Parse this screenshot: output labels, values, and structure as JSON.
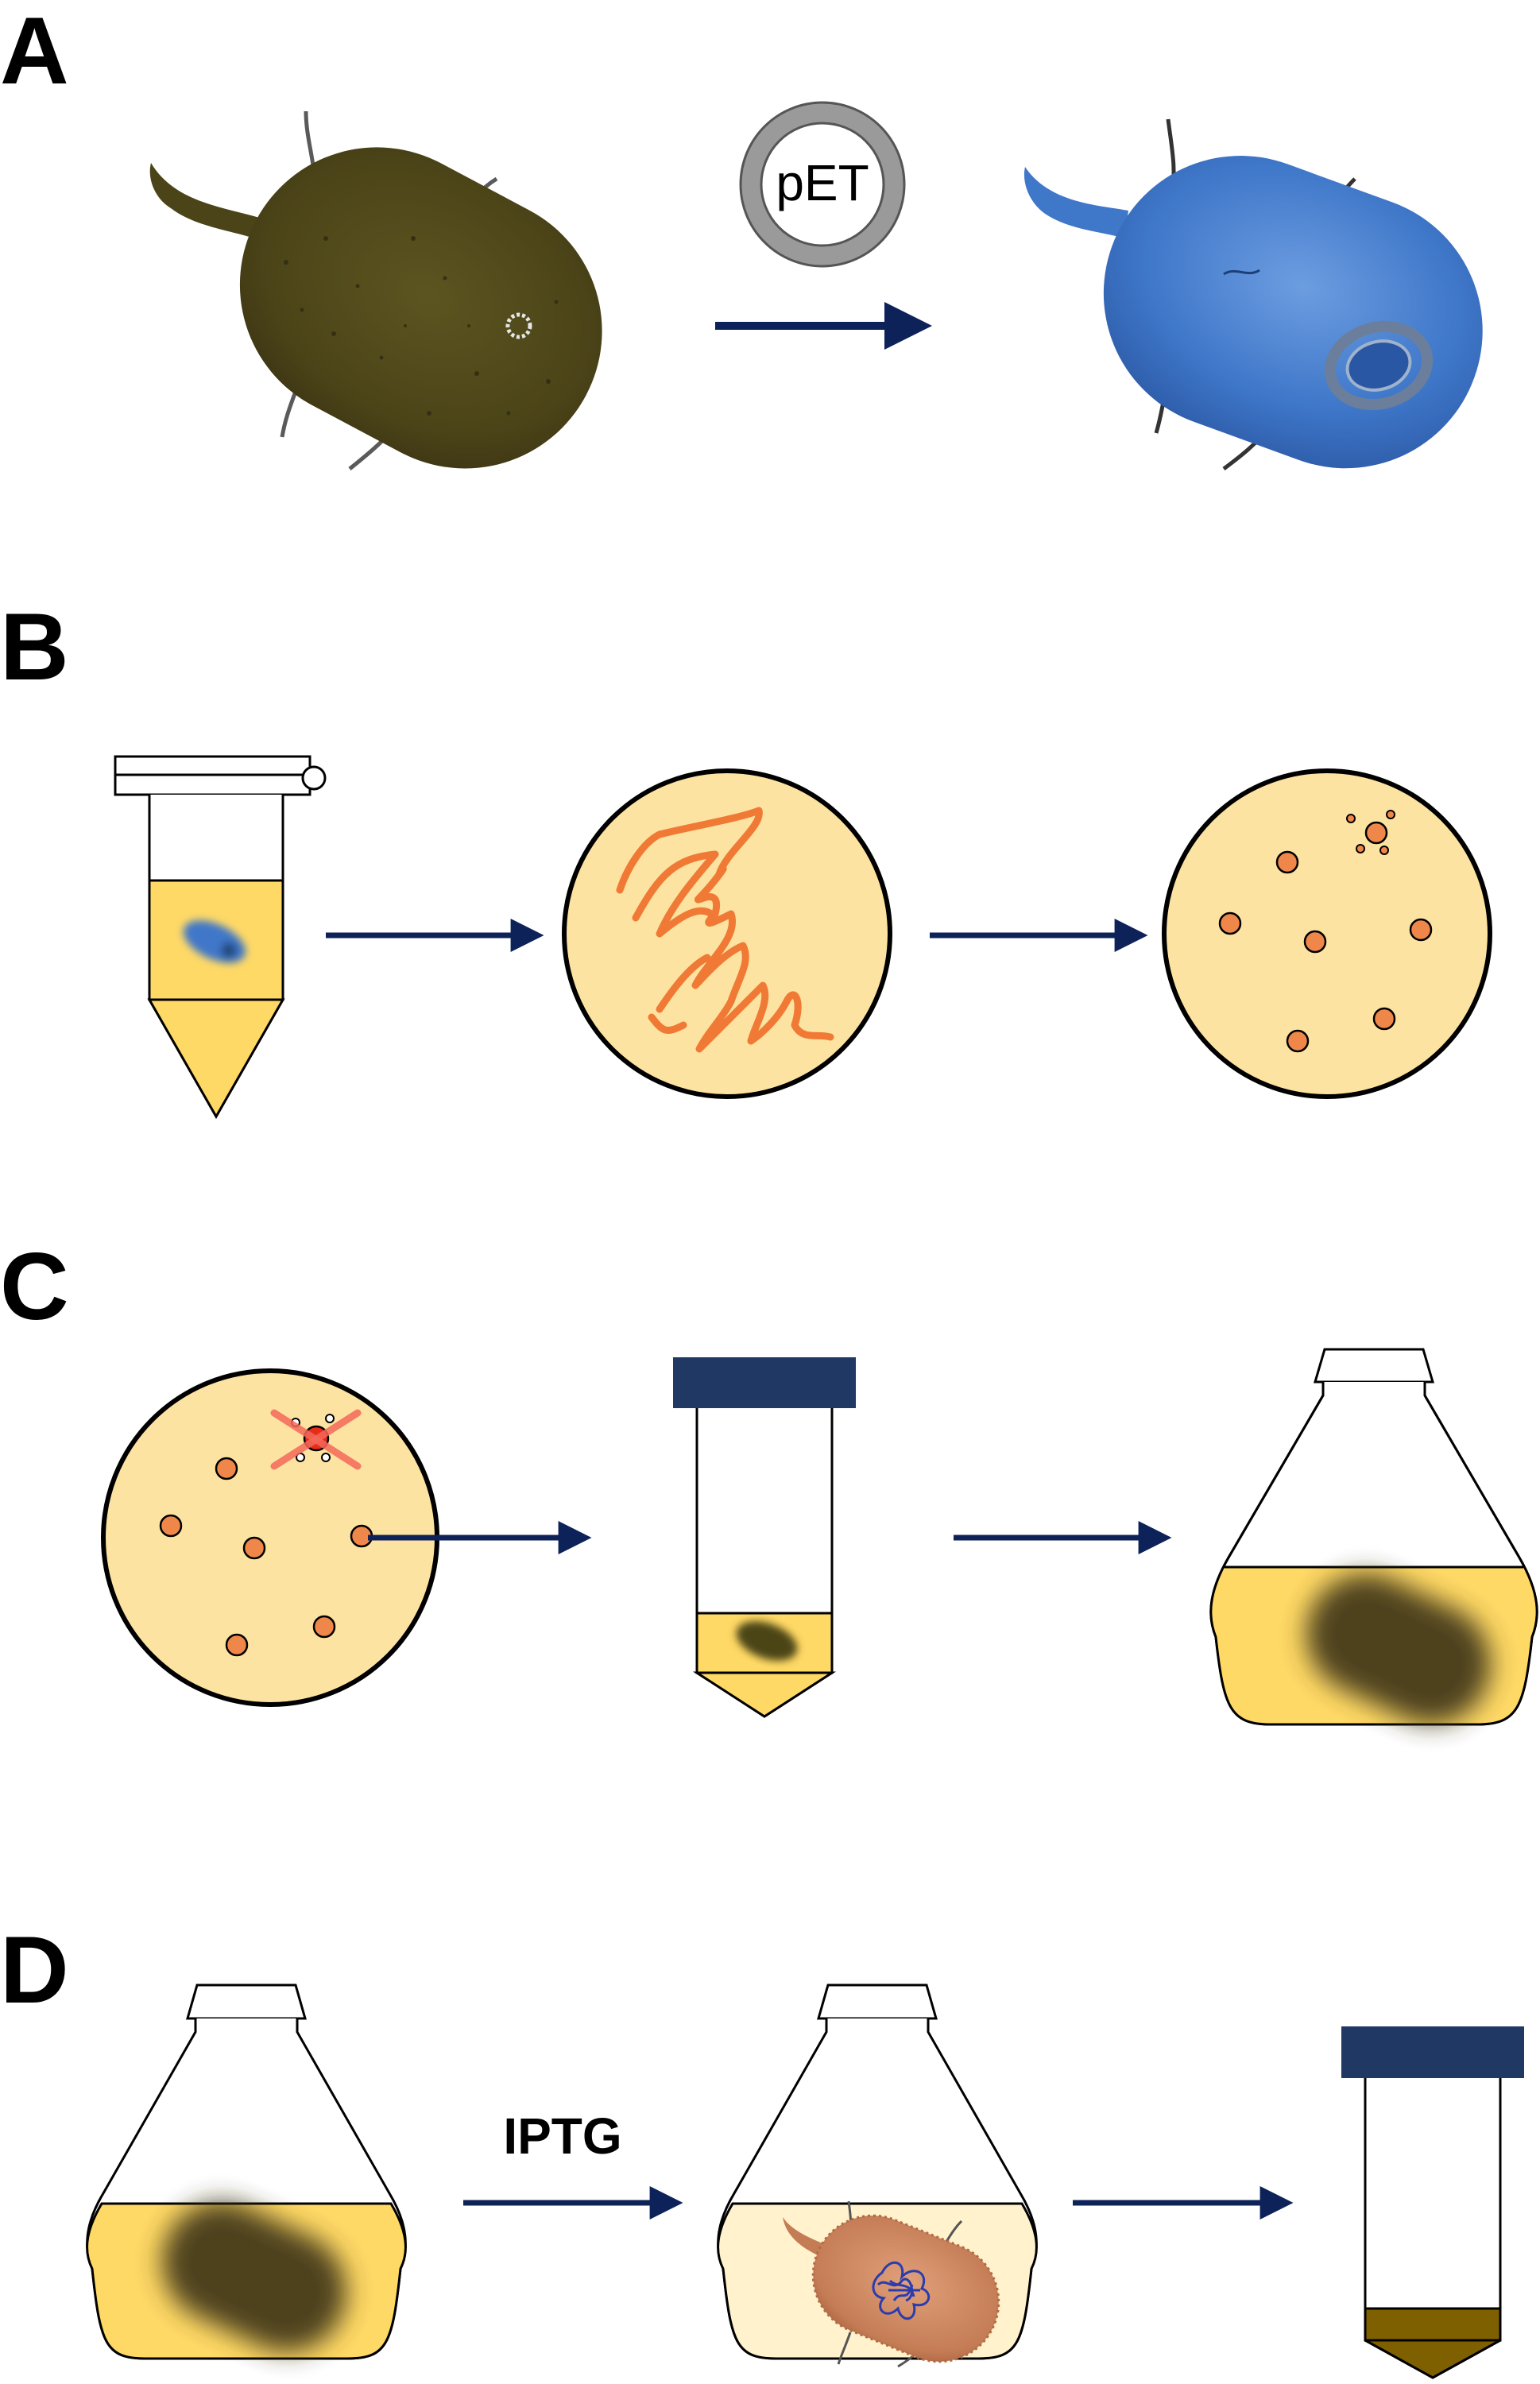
{
  "panels": [
    {
      "letter": "A"
    },
    {
      "letter": "B"
    },
    {
      "letter": "C"
    },
    {
      "letter": "D"
    }
  ],
  "plasmid": {
    "label": "pET"
  },
  "inducer": {
    "label": "IPTG"
  },
  "colors": {
    "arrow": "#0d2259",
    "agar": "#fde3a1",
    "culture": "#ffd966",
    "culture_light": "#fff2cc",
    "colony": "#f0874a",
    "streak": "#f07a35",
    "cap": "#1f3864",
    "pellet": "#7f6000",
    "wild_cell": "#4b4418",
    "transformed_cell": "#3f77c9",
    "expressing_cell": "#d08a62",
    "protein": "#2b3cae",
    "rejected_mark": "#f4695a"
  },
  "icons": [
    "wild-type-bacterium-icon",
    "plasmid-ring-icon",
    "transformed-bacterium-icon",
    "microcentrifuge-tube-icon",
    "streaked-agar-plate-icon",
    "colony-agar-plate-icon",
    "culture-tube-icon",
    "erlenmeyer-flask-icon",
    "protein-expressing-bacterium-icon",
    "cell-pellet-tube-icon"
  ]
}
